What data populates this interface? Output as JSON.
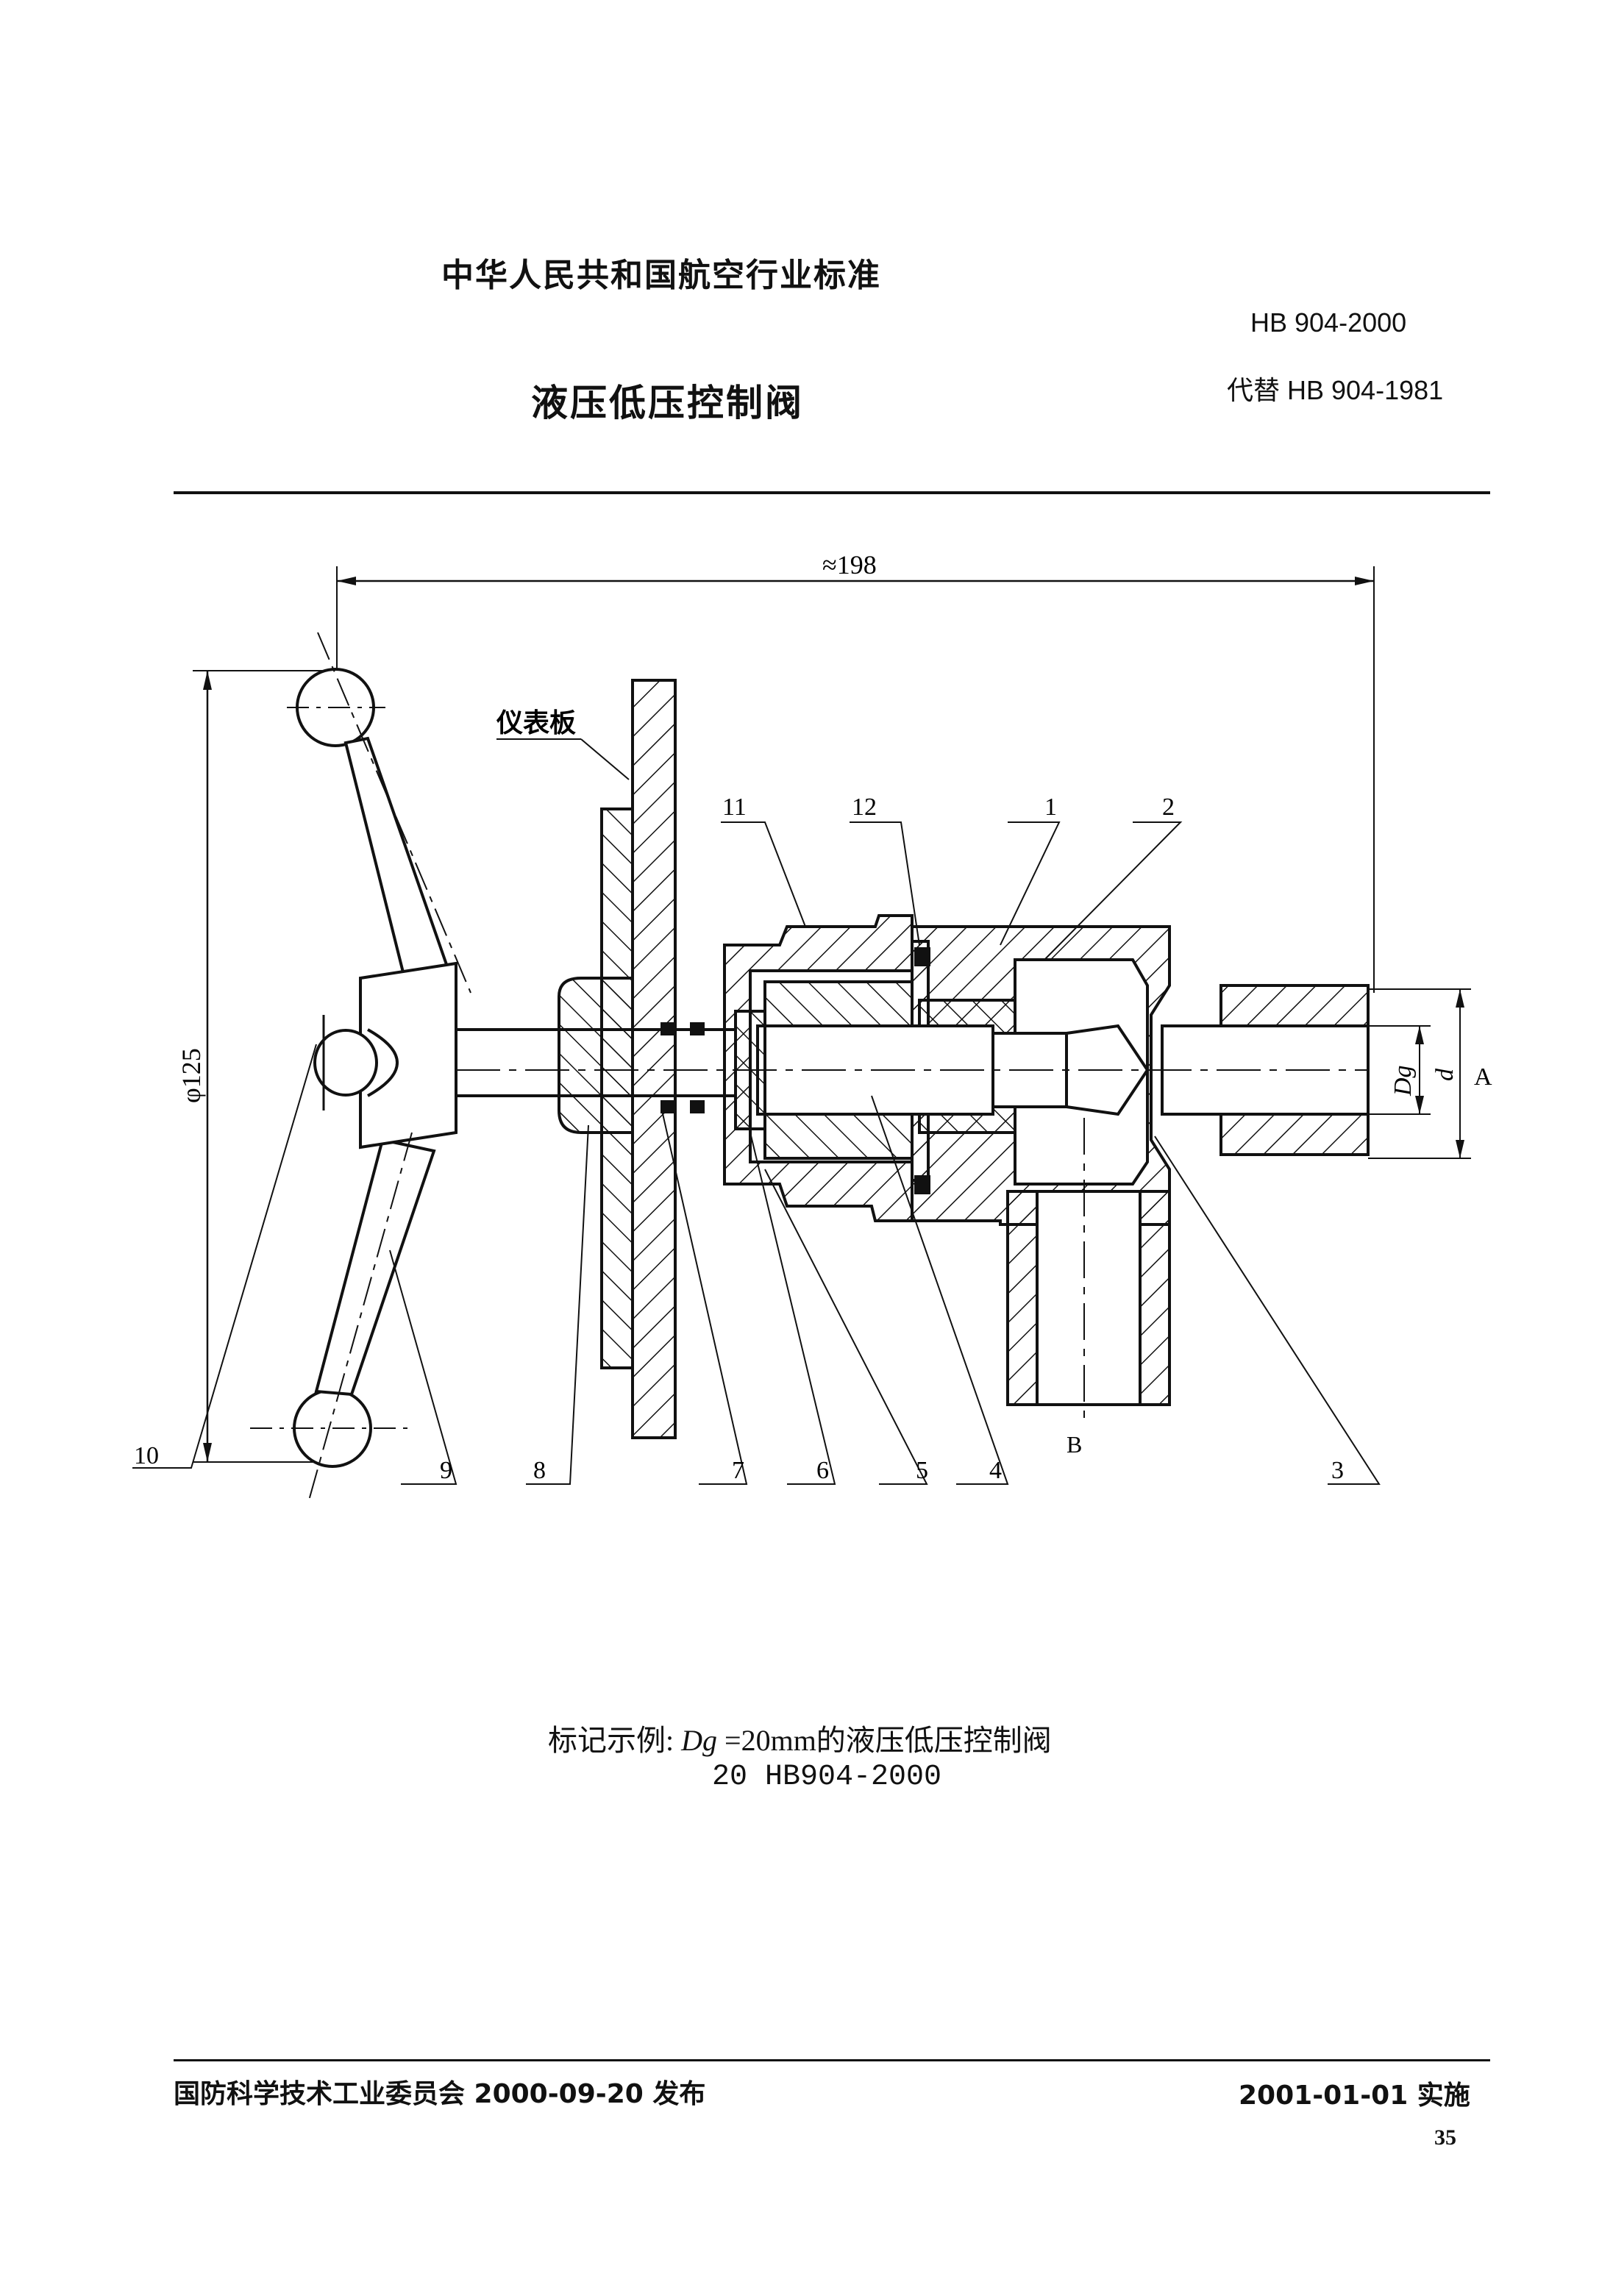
{
  "header": {
    "standard_title": "中华人民共和国航空行业标准",
    "standard_code": "HB 904-2000",
    "replaces": "代替 HB 904-1981",
    "document_title": "液压低压控制阀"
  },
  "drawing": {
    "overall_dim": "≈198",
    "diameter_dim": "φ125",
    "panel_label": "仪表板",
    "dg_label": "Dg",
    "d_label": "d",
    "a_label": "A",
    "b_label": "B",
    "part_numbers": {
      "p1": "1",
      "p2": "2",
      "p3": "3",
      "p4": "4",
      "p5": "5",
      "p6": "6",
      "p7": "7",
      "p8": "8",
      "p9": "9",
      "p10": "10",
      "p11": "11",
      "p12": "12"
    }
  },
  "marking_example": {
    "prefix": "标记示例:",
    "dg": "Dg",
    "text": " =20mm的液压低压控制阀",
    "code": "20 HB904-2000"
  },
  "footer": {
    "issuer": "国防科学技术工业委员会 2000-09-20 发布",
    "effective": "2001-01-01 实施",
    "page_number": "35"
  }
}
